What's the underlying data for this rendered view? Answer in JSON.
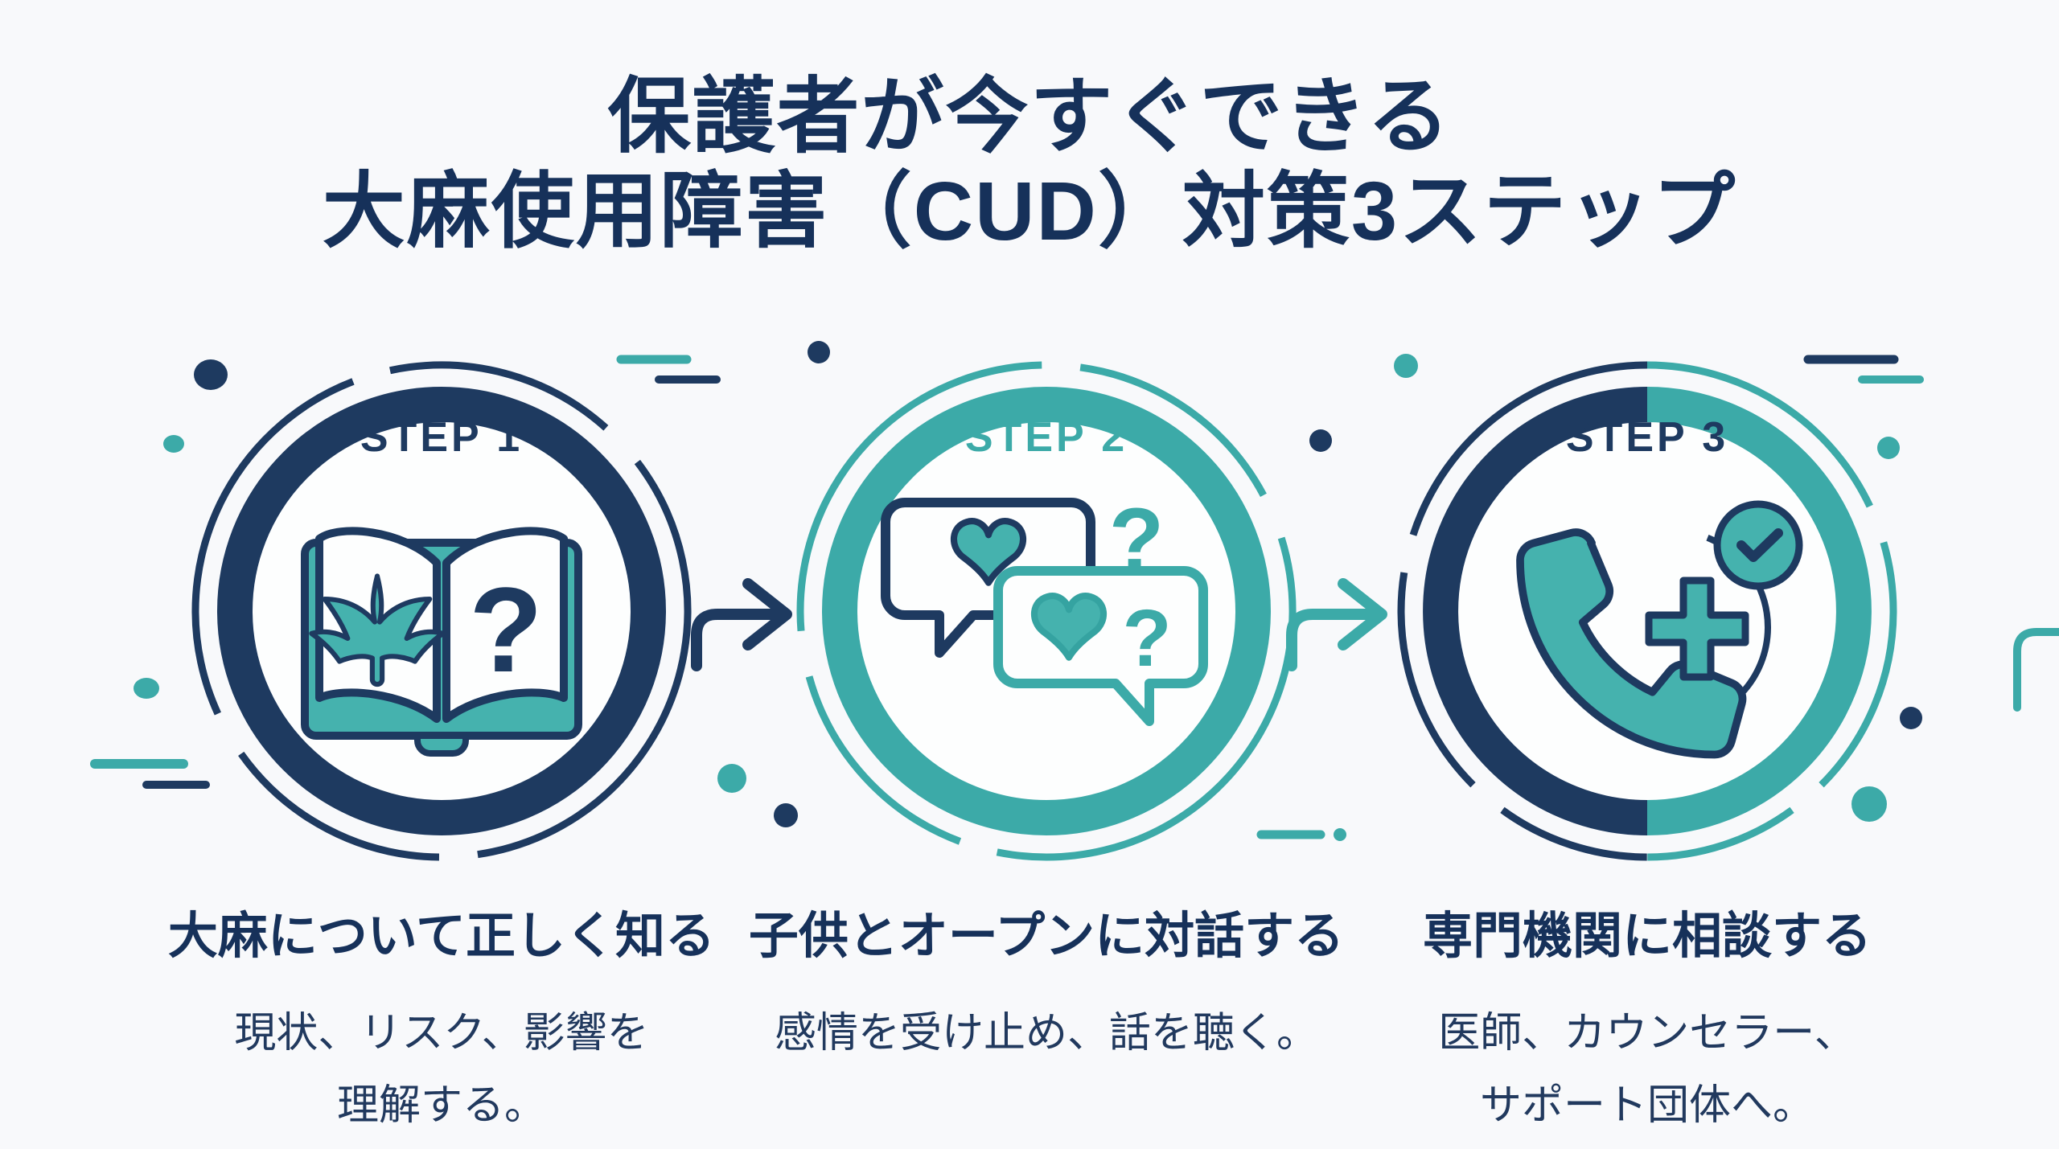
{
  "title": {
    "line1": "保護者が今すぐできる",
    "line2": "大麻使用障害（CUD）対策3ステップ"
  },
  "steps": [
    {
      "label": "STEP 1",
      "heading": "大麻について正しく知る",
      "description_line1": "現状、リスク、影響を",
      "description_line2": "理解する。",
      "icon": "open-book-with-cannabis-leaf-and-question-mark",
      "theme": "navy"
    },
    {
      "label": "STEP 2",
      "heading": "子供とオープンに対話する",
      "description_line1": "感情を受け止め、話を聴く。",
      "description_line2": "",
      "icon": "chat-bubbles-with-hearts-and-question-marks",
      "theme": "teal"
    },
    {
      "label": "STEP 3",
      "heading": "専門機関に相談する",
      "description_line1": "医師、カウンセラー、",
      "description_line2": "サポート団体へ。",
      "icon": "phone-handset-with-medical-cross-and-check",
      "theme": "navy-teal-split"
    }
  ],
  "glyphs": {
    "question_mark": "?"
  },
  "colors": {
    "navy": "#1e3a60",
    "navy_dark": "#16315a",
    "teal": "#3caaa8",
    "teal_fill": "#45b2ae",
    "background": "#f8f9fb"
  }
}
